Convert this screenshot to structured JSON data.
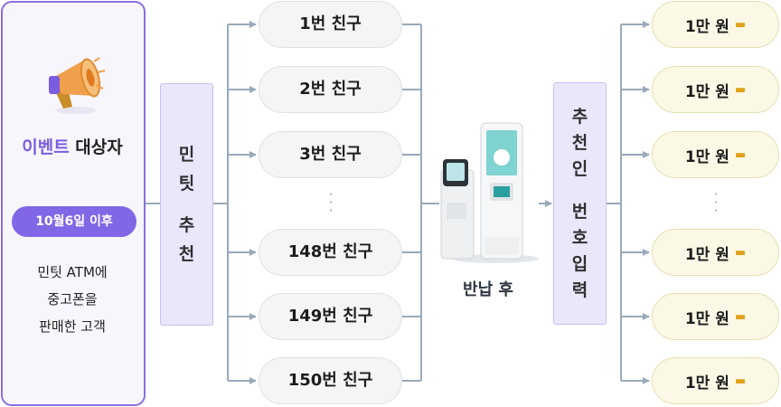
{
  "event": {
    "title_accent": "이벤트",
    "title_rest": " 대상자",
    "date_badge": "10월6일 이후",
    "desc_lines": [
      "민팃 ATM에",
      "중고폰을",
      "판매한 고객"
    ]
  },
  "recommend": {
    "line1": "민",
    "line2": "팃",
    "line3": "추",
    "line4": "천"
  },
  "friends": [
    "1번 친구",
    "2번 친구",
    "3번 친구",
    "148번 친구",
    "149번 친구",
    "150번 친구"
  ],
  "return_label": "반납 후",
  "input": {
    "c1": "추",
    "c2": "천",
    "c3": "인",
    "c4": "번",
    "c5": "호",
    "c6": "입",
    "c7": "력"
  },
  "rewards": [
    "1만 원",
    "1만 원",
    "1만 원",
    "1만 원",
    "1만 원",
    "1만 원"
  ],
  "colors": {
    "accent_purple": "#8167e6",
    "label_box": "#ece6fb",
    "reward_bg": "#fbf9e6",
    "connector": "#98aabb"
  }
}
